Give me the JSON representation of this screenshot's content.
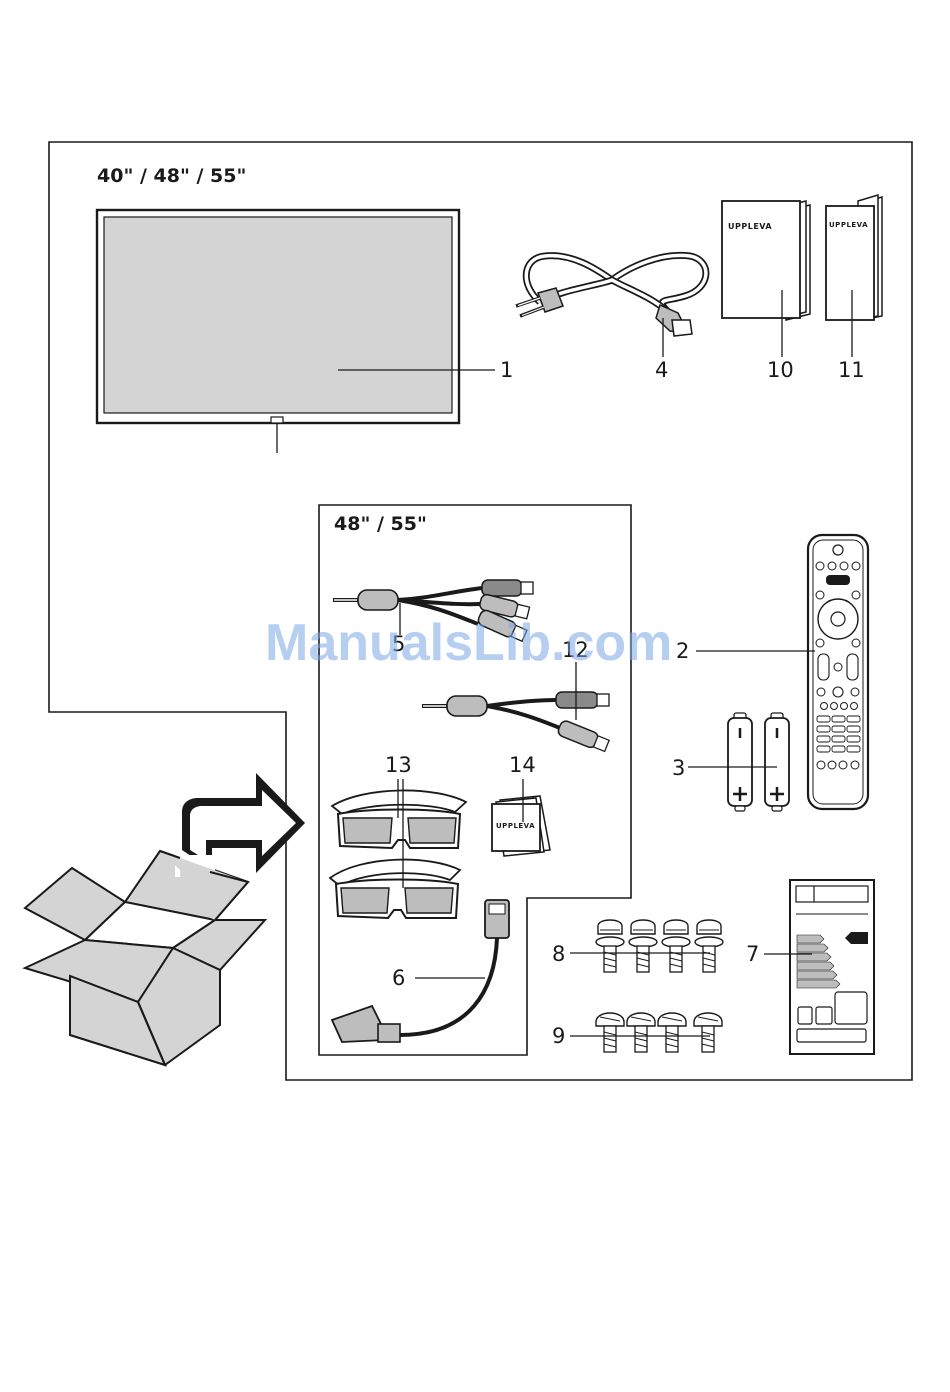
{
  "sections": {
    "main_sizes": "40\" / 48\" / 55\"",
    "sub_sizes": "48\" / 55\""
  },
  "brand_text": "UPPLEVA",
  "watermark": "ManualsLib.com",
  "callouts": {
    "tv": "1",
    "remote": "2",
    "batteries": "3",
    "power_cord": "4",
    "av_adapter_cable": "5",
    "scart_adapter": "6",
    "energy_label": "7",
    "screws_with_washers": "8",
    "screws": "9",
    "manual_large": "10",
    "manual_small": "11",
    "component_adapter_cable": "12",
    "glasses_3d": "13",
    "glasses_leaflet": "14"
  },
  "colors": {
    "line": "#1a1a1a",
    "screen_gray": "#d4d4d4",
    "part_gray": "#bdbdbd",
    "watermark": "#7aa7e6"
  }
}
